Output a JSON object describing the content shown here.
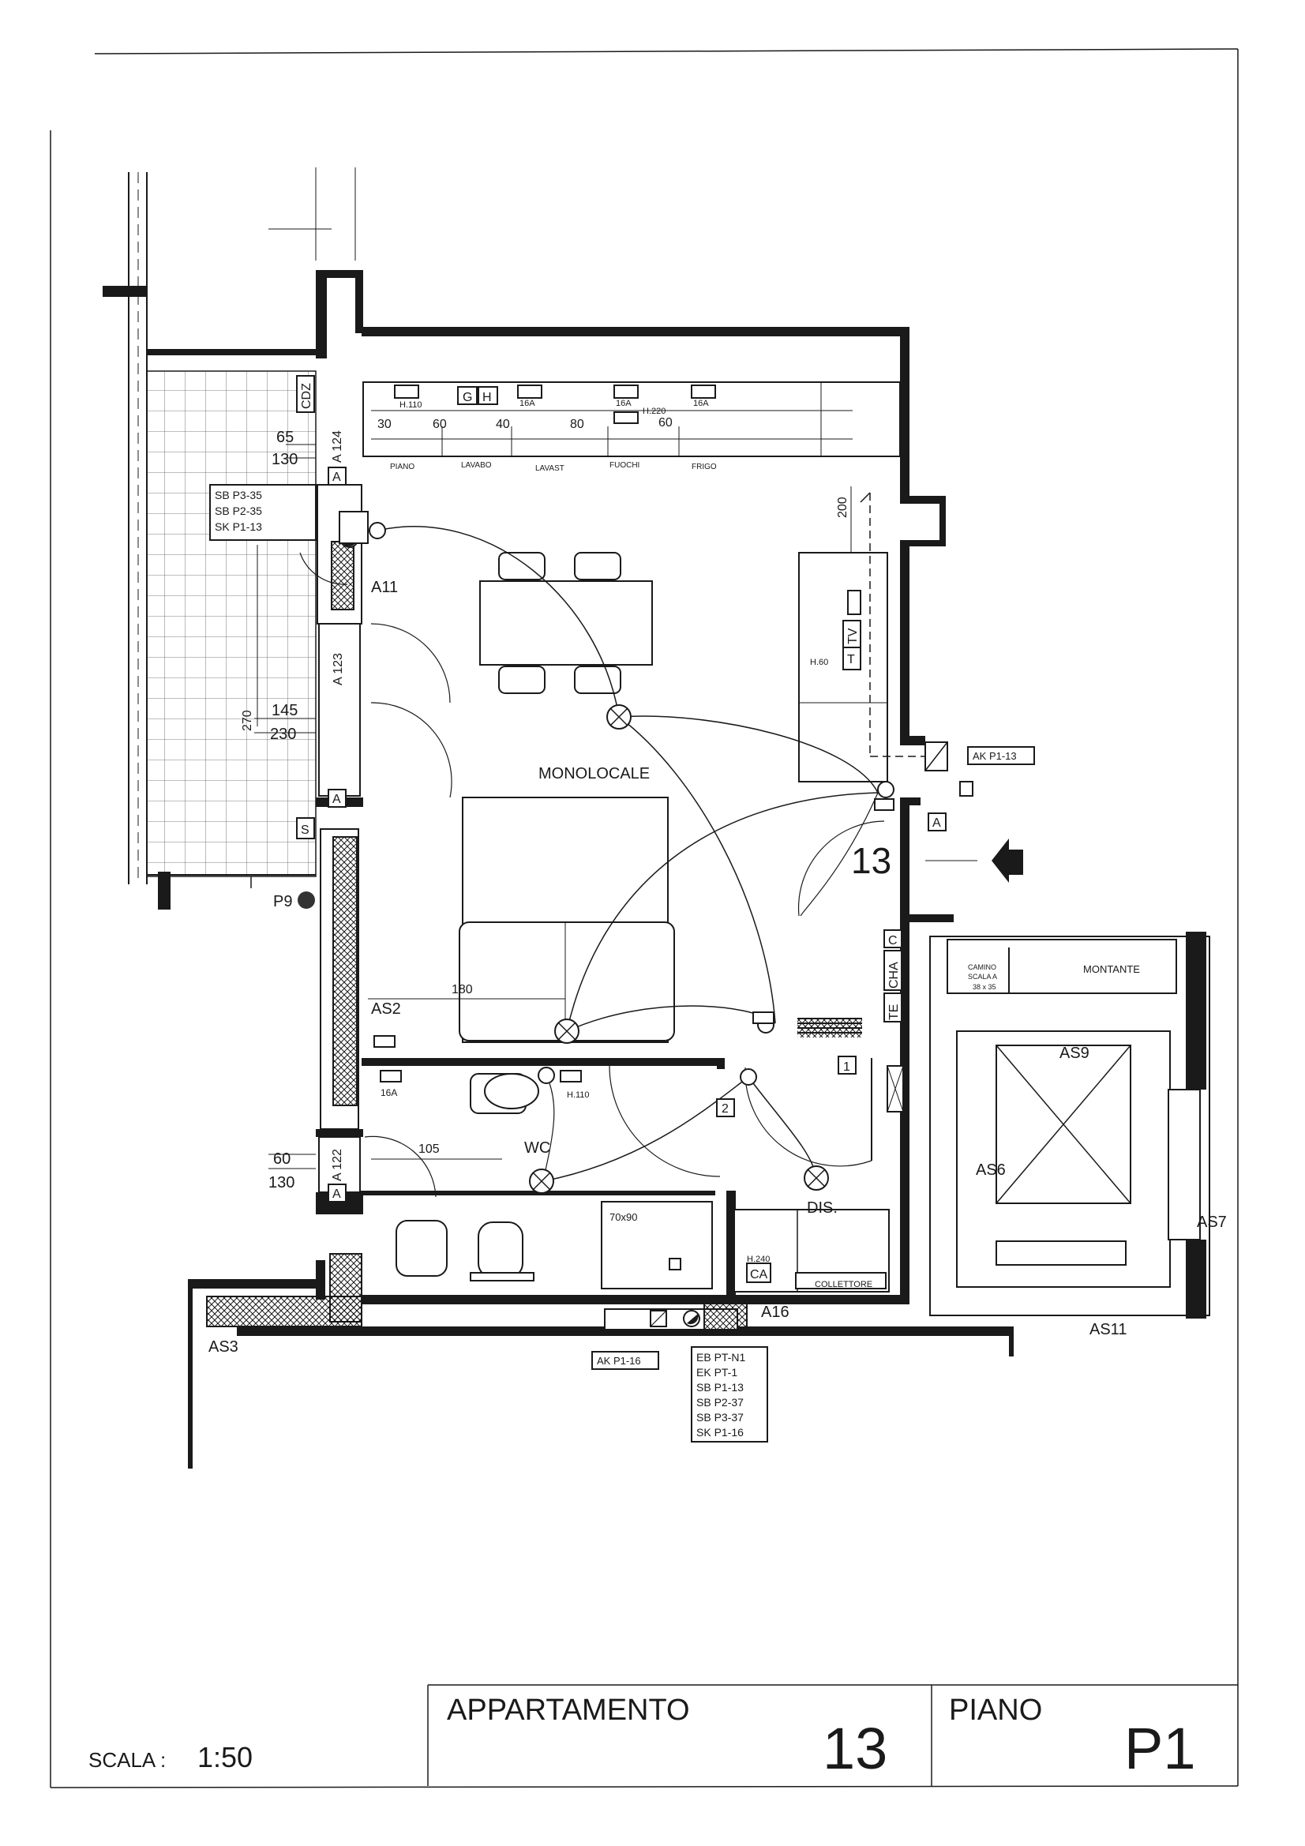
{
  "room_labels": {
    "monolocale": "MONOLOCALE",
    "wc": "WC",
    "dis": "DIS.",
    "montante": "MONTANTE",
    "camino_1": "CAMINO",
    "camino_2": "SCALA A",
    "camino_3": "38 x 35",
    "collettore": "COLLETTORE",
    "box_70x90": "70x90"
  },
  "element_codes": {
    "as2": "AS2",
    "as3": "AS3",
    "as6": "AS6",
    "as7": "AS7",
    "as9": "AS9",
    "as11": "AS11",
    "a11": "A11",
    "a16": "A16",
    "p9": "P9",
    "cdz": "CDZ",
    "s": "S",
    "a_1": "A",
    "a_2": "A",
    "a_3": "A",
    "a_4": "A",
    "g": "G",
    "h": "H",
    "t": "T",
    "tv": "TV",
    "te": "TE",
    "cha": "CHA",
    "c": "C",
    "ca": "CA",
    "n1": "1",
    "n2": "2",
    "ak_p1_13": "AK P1-13",
    "ak_p1_16": "AK P1-16"
  },
  "kitchen_labels": {
    "piano": "PIANO",
    "lavabo": "LAVABO",
    "lavast": "LAVAST",
    "fuochi": "FUOCHI",
    "frigo": "FRIGO"
  },
  "kitchen_dims": [
    "30",
    "60",
    "40",
    "80",
    "60"
  ],
  "dimensions": {
    "d65": "65",
    "d130a": "130",
    "d124": "A 124",
    "d123": "A 123",
    "d270": "270",
    "d145": "145",
    "d230": "230",
    "d200": "200",
    "d180": "180",
    "d105": "105",
    "d60": "60",
    "d130b": "130",
    "d122": "A 122"
  },
  "heights": {
    "h110a": "H.110",
    "h220": "H.220",
    "h60": "H.60",
    "h110b": "H.110",
    "h240": "H.240"
  },
  "socket_labels": {
    "s16a_1": "16A",
    "s16a_2": "16A",
    "s16a_3": "16A",
    "s16a_4": "16A"
  },
  "entrance_number": "13",
  "tag_list_top": [
    "SB P3-35",
    "SB P2-35",
    "SK P1-13"
  ],
  "tag_list_bottom": [
    "EB PT-N1",
    "EK PT-1",
    "SB P1-13",
    "SB P2-37",
    "SB P3-37",
    "SK P1-16"
  ],
  "title_block": {
    "scale_label": "SCALA :",
    "scale_value": "1:50",
    "apartment_label": "APPARTAMENTO",
    "apartment_number": "13",
    "floor_label": "PIANO",
    "floor_value": "P1"
  },
  "colors": {
    "ink": "#1a1a1a",
    "paper": "#ffffff"
  },
  "icons": [
    "ceiling-light-icon",
    "socket-icon",
    "entrance-arrow-icon",
    "chimney-flue-icon"
  ]
}
